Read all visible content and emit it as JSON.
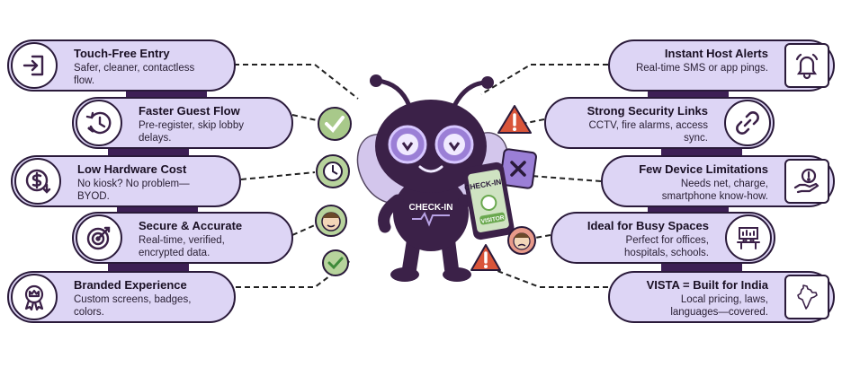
{
  "left_items": [
    {
      "title": "Touch-Free Entry",
      "desc": [
        "Safer, cleaner, contactless",
        "flow."
      ],
      "icon": "door-enter-icon"
    },
    {
      "title": "Faster Guest Flow",
      "desc": [
        "Pre-register, skip lobby",
        "delays."
      ],
      "icon": "clock-fast-icon"
    },
    {
      "title": "Low Hardware Cost",
      "desc": [
        "No kiosk? No problem—",
        "BYOD."
      ],
      "icon": "dollar-down-icon"
    },
    {
      "title": "Secure & Accurate",
      "desc": [
        "Real-time, verified,",
        "encrypted data."
      ],
      "icon": "target-icon"
    },
    {
      "title": "Branded Experience",
      "desc": [
        "Custom screens, badges,",
        "colors."
      ],
      "icon": "badge-crown-icon"
    }
  ],
  "right_items": [
    {
      "title": "Instant Host Alerts",
      "desc": [
        "Real-time SMS or app pings."
      ],
      "icon": "bell-icon"
    },
    {
      "title": "Strong Security Links",
      "desc": [
        "CCTV, fire alarms, access",
        "sync."
      ],
      "icon": "link-icon"
    },
    {
      "title": "Few Device Limitations",
      "desc": [
        "Needs net, charge,",
        "smartphone know-how."
      ],
      "icon": "hand-warning-icon"
    },
    {
      "title": "Ideal for Busy Spaces",
      "desc": [
        "Perfect for offices,",
        "hospitals, schools."
      ],
      "icon": "office-desk-icon"
    },
    {
      "title": "VISTA = Built for India",
      "desc": [
        "Local pricing, laws,",
        "languages—covered."
      ],
      "icon": "india-map-icon"
    }
  ],
  "mascot": {
    "chest_label": "CHECK-IN",
    "phone_label": "CHECK-IN",
    "phone_badge": "VISITOR"
  },
  "colors": {
    "card_fill": "#ddd5f5",
    "outline": "#2a1a3a",
    "ribbon": "#3d1f55",
    "check_green": "#6aa84f",
    "alert_red": "#d9553a",
    "mascot_purple": "#3b2148"
  }
}
